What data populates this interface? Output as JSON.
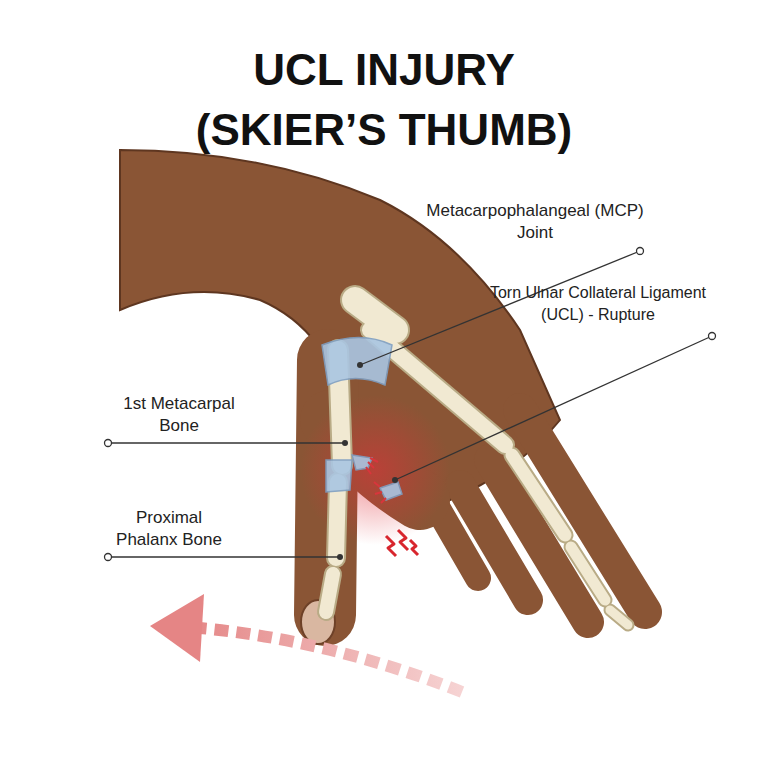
{
  "diagram": {
    "title": "UCL INJURY (SKIER’S THUMB)",
    "labels": [
      "Metacarpophalangeal (MCP) Joint",
      "Torn Ulnar Collateral Ligament (UCL) - Rupture",
      "1st Metacarpal Bone",
      "Proximal Phalanx Bone"
    ]
  }
}
